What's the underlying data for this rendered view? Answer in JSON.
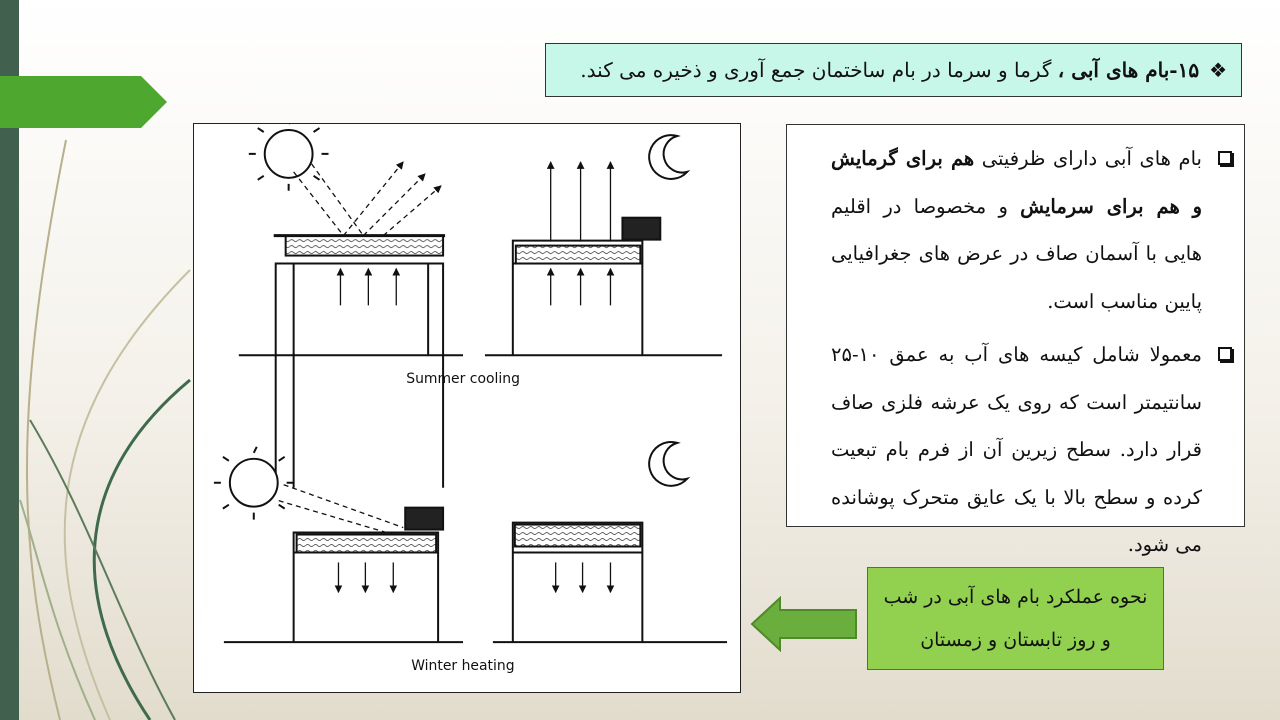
{
  "title": {
    "bullet": "❖",
    "number_bold": "۱۵-",
    "heading_bold": "بام های آبی ،",
    "rest": " گرما و سرما در بام ساختمان جمع آوری و ذخیره می کند."
  },
  "figure": {
    "summer_caption": "Summer cooling",
    "winter_caption": "Winter heating"
  },
  "bullets": [
    {
      "parts": [
        {
          "t": "بام های آبی دارای ظرفیتی ",
          "b": false
        },
        {
          "t": "هم برای گرمایش و هم برای سرمایش",
          "b": true
        },
        {
          "t": " و مخصوصا در اقلیم هایی با آسمان صاف در عرض های جغرافیایی پایین مناسب است.",
          "b": false
        }
      ]
    },
    {
      "parts": [
        {
          "t": "معمولا شامل کیسه های آب به عمق ۱۰-۲۵ سانتیمتر است که روی یک عرشه فلزی صاف قرار دارد. سطح زیرین آن از فرم بام تبعیت کرده و سطح بالا با یک عایق متحرک پوشانده می شود.",
          "b": false
        }
      ]
    }
  ],
  "note": {
    "line1": "نحوه عملکرد بام های آبی در شب",
    "line2": "و روز تابستان و زمستان"
  },
  "colors": {
    "left_bar": "#41604e",
    "accent_green": "#4ea72e",
    "title_bg": "#c7f7e8",
    "note_bg": "#92d050"
  }
}
